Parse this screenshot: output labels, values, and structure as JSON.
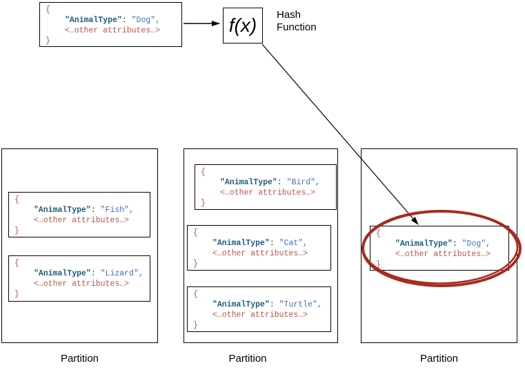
{
  "colors": {
    "key": "#1e5a7d",
    "value": "#3f6fc1",
    "punct": "#2b2b2b",
    "attrs_red": "#c0504a",
    "ellipse": "#a82a21",
    "line": "#000000"
  },
  "code_tokens": {
    "open_brace": "{",
    "key": "\"AnimalType\"",
    "colon": ": ",
    "attrs": "<…other attributes…>",
    "close_brace": "}"
  },
  "source_record": {
    "animal": "Dog",
    "value": "\"Dog\","
  },
  "hash_function": {
    "symbol": "f(x)",
    "label_line1": "Hash",
    "label_line2": "Function"
  },
  "partitions": [
    {
      "label": "Partition",
      "records": [
        {
          "animal": "Fish",
          "value": "\"Fish\","
        },
        {
          "animal": "Lizard",
          "value": "\"Lizard\","
        }
      ]
    },
    {
      "label": "Partition",
      "records": [
        {
          "animal": "Bird",
          "value": "\"Bird\","
        },
        {
          "animal": "Cat",
          "value": "\"Cat\","
        },
        {
          "animal": "Turtle",
          "value": "\"Turtle\","
        }
      ]
    },
    {
      "label": "Partition",
      "records": [
        {
          "animal": "Dog",
          "value": "\"Dog\",",
          "highlighted": true
        }
      ]
    }
  ]
}
